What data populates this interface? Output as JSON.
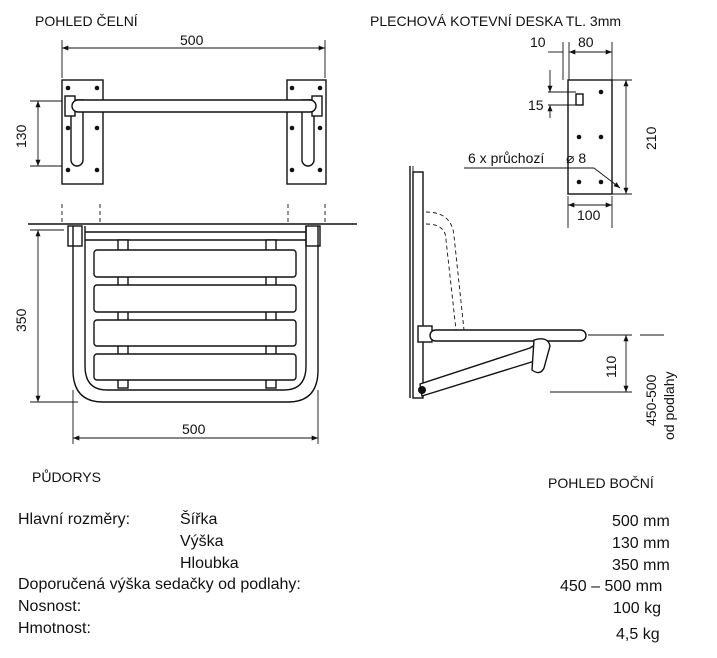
{
  "views": {
    "front": "POHLED ČELNÍ",
    "plate": "PLECHOVÁ KOTEVNÍ DESKA TL. 3mm",
    "plan": "PŮDORYS",
    "side": "POHLED BOČNÍ"
  },
  "dimensions": {
    "front_width": "500",
    "front_height": "130",
    "plan_depth": "350",
    "plan_width": "500",
    "plate_offset": "10",
    "plate_width": "80",
    "plate_slot": "15",
    "plate_height": "210",
    "plate_hole_spacing": "100",
    "holes": "6 x průchozí",
    "hole_diameter": "⌀ 8",
    "side_height": "110",
    "floor_height": "450-500",
    "floor_note": "od podlahy"
  },
  "specs": {
    "main_label": "Hlavní rozměry:",
    "width_label": "Šířka",
    "width_value": "500 mm",
    "height_label": "Výška",
    "height_value": "130 mm",
    "depth_label": "Hloubka",
    "depth_value": "350 mm",
    "seat_height_label": "Doporučená výška sedačky od podlahy:",
    "seat_height_value": "450 – 500 mm",
    "capacity_label": "Nosnost:",
    "capacity_value": "100 kg",
    "weight_label": "Hmotnost:",
    "weight_value": "4,5 kg"
  }
}
